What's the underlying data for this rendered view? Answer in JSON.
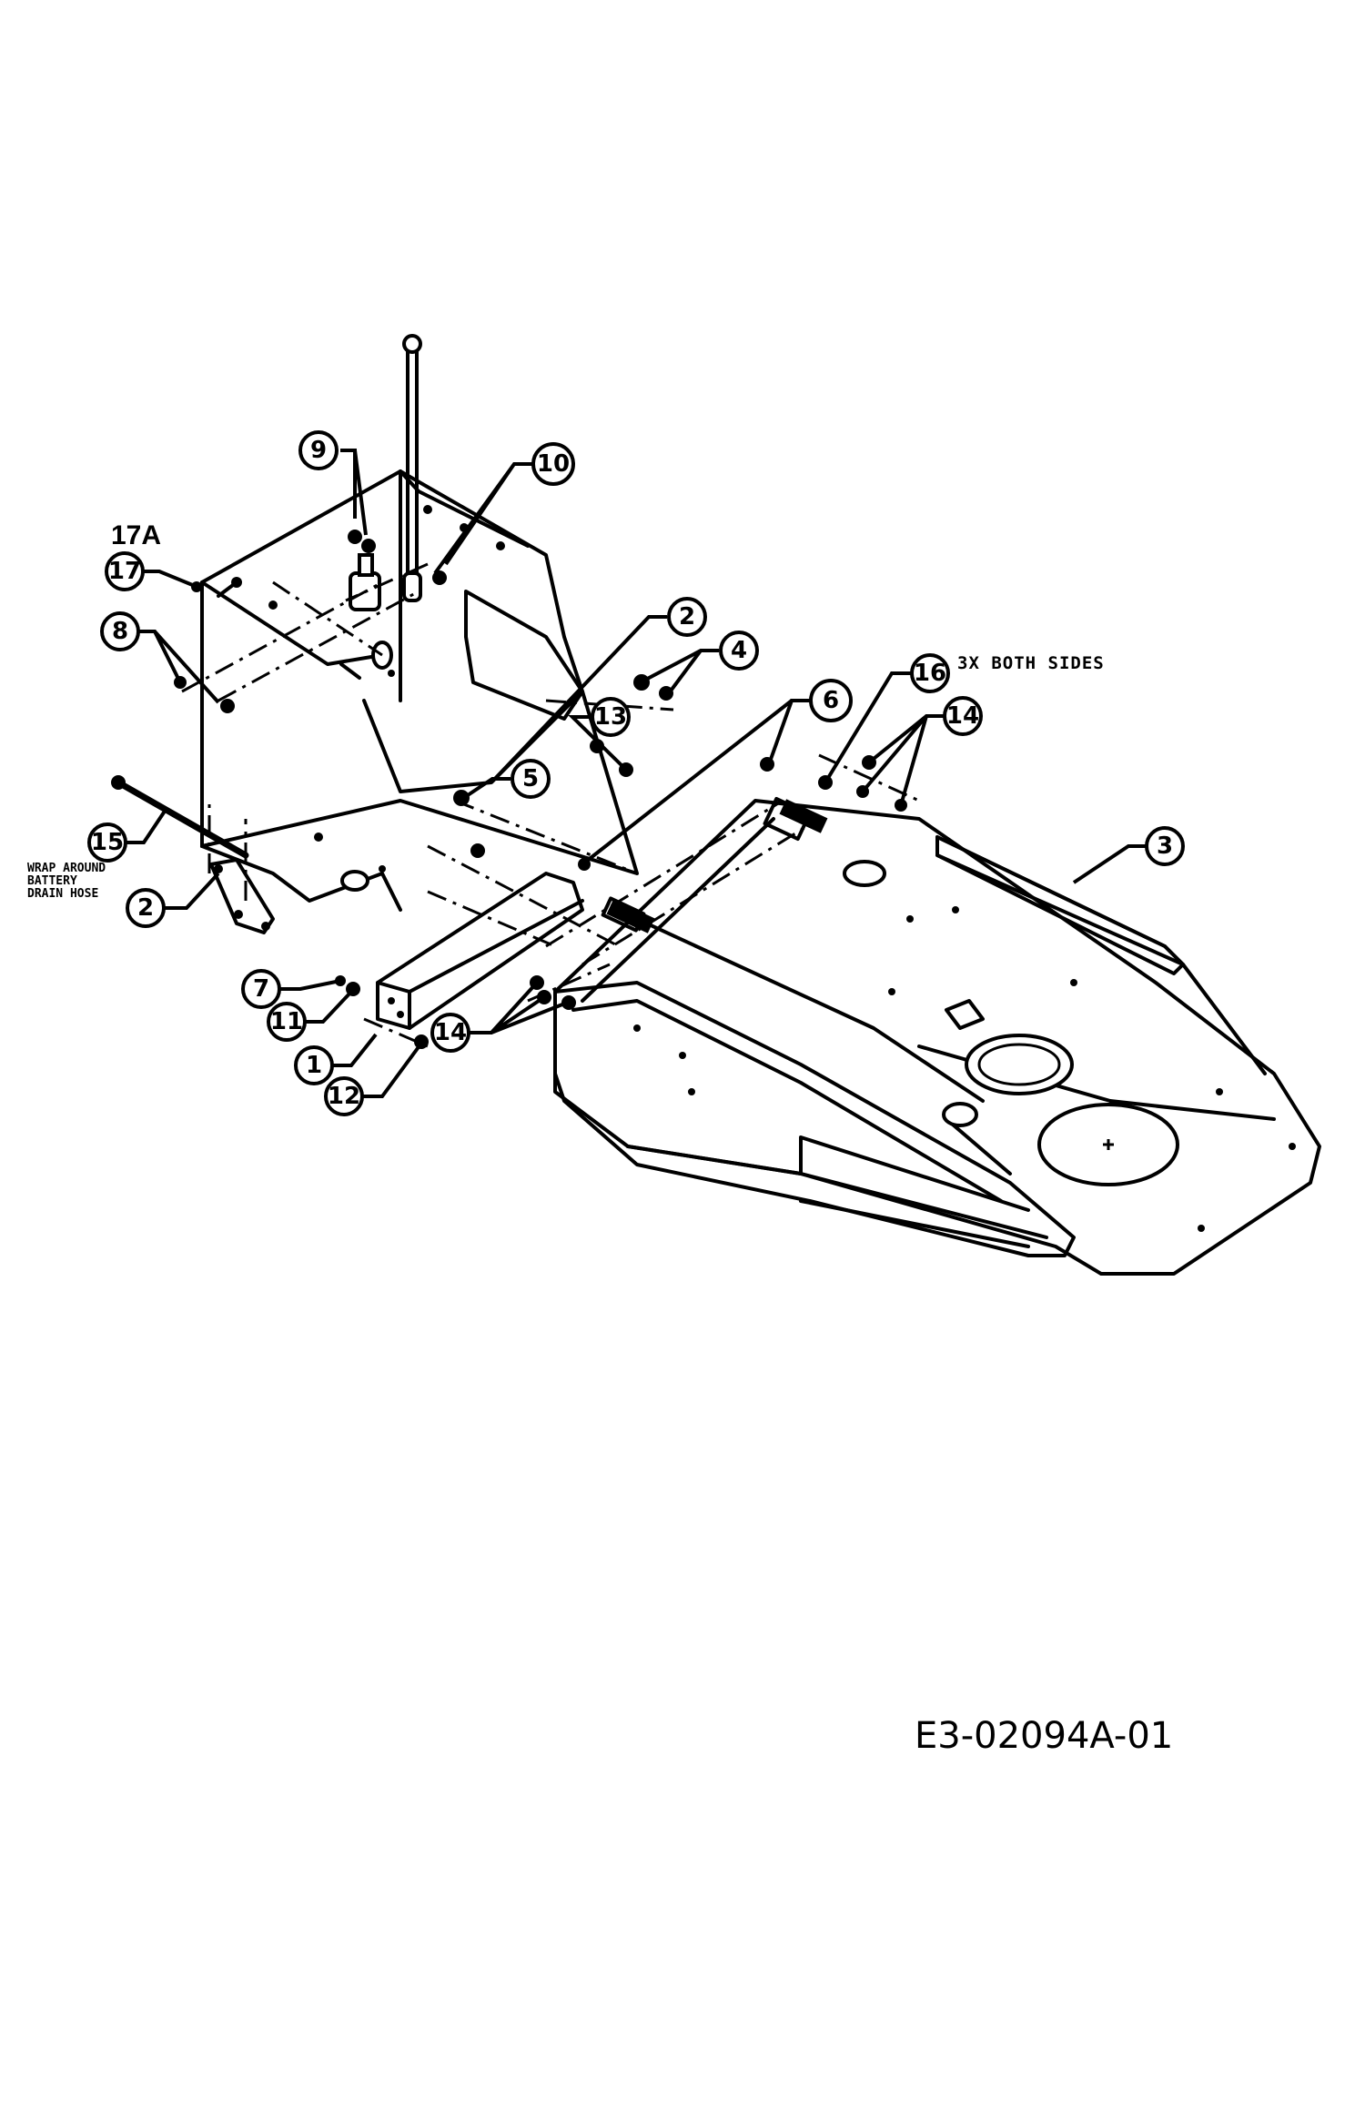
{
  "diagram": {
    "type": "exploded parts diagram",
    "drawing_number": "E3-02094A-01",
    "assembly_label": "17A",
    "notes": {
      "both_sides": "3X BOTH SIDES",
      "wrap": [
        "WRAP AROUND",
        "BATTERY",
        "DRAIN HOSE"
      ]
    },
    "callouts": [
      {
        "id": "c9",
        "label": "9"
      },
      {
        "id": "c10",
        "label": "10"
      },
      {
        "id": "c17",
        "label": "17"
      },
      {
        "id": "c8",
        "label": "8"
      },
      {
        "id": "c2a",
        "label": "2"
      },
      {
        "id": "c4",
        "label": "4"
      },
      {
        "id": "c13",
        "label": "13"
      },
      {
        "id": "c5",
        "label": "5"
      },
      {
        "id": "c15",
        "label": "15"
      },
      {
        "id": "c2b",
        "label": "2"
      },
      {
        "id": "c6",
        "label": "6"
      },
      {
        "id": "c16",
        "label": "16"
      },
      {
        "id": "c14a",
        "label": "14"
      },
      {
        "id": "c3",
        "label": "3"
      },
      {
        "id": "c7",
        "label": "7"
      },
      {
        "id": "c11",
        "label": "11"
      },
      {
        "id": "c1",
        "label": "1"
      },
      {
        "id": "c14b",
        "label": "14"
      },
      {
        "id": "c12",
        "label": "12"
      }
    ]
  }
}
